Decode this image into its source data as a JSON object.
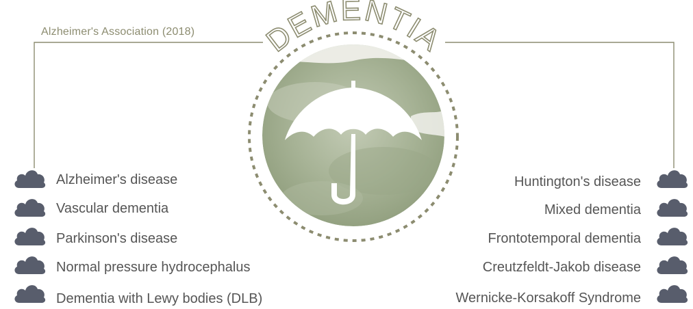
{
  "title": "DEMENTIA",
  "source": "Alzheimer's Association (2018)",
  "left_types": [
    "Alzheimer's disease",
    "Vascular dementia",
    "Parkinson's disease",
    "Normal pressure hydrocephalus",
    "Dementia with Lewy bodies (DLB)"
  ],
  "right_types": [
    "Huntington's disease",
    "Mixed dementia",
    "Frontotemporal dementia",
    "Creutzfeldt-Jakob disease",
    "Wernicke-Korsakoff Syndrome"
  ],
  "icons": {
    "center": "umbrella-icon",
    "bullets": "cloud-icon"
  },
  "colors": {
    "accent": "#8c8c70",
    "cloud": "#585d6c",
    "text": "#555555",
    "watercolor": "#a9b59a"
  }
}
